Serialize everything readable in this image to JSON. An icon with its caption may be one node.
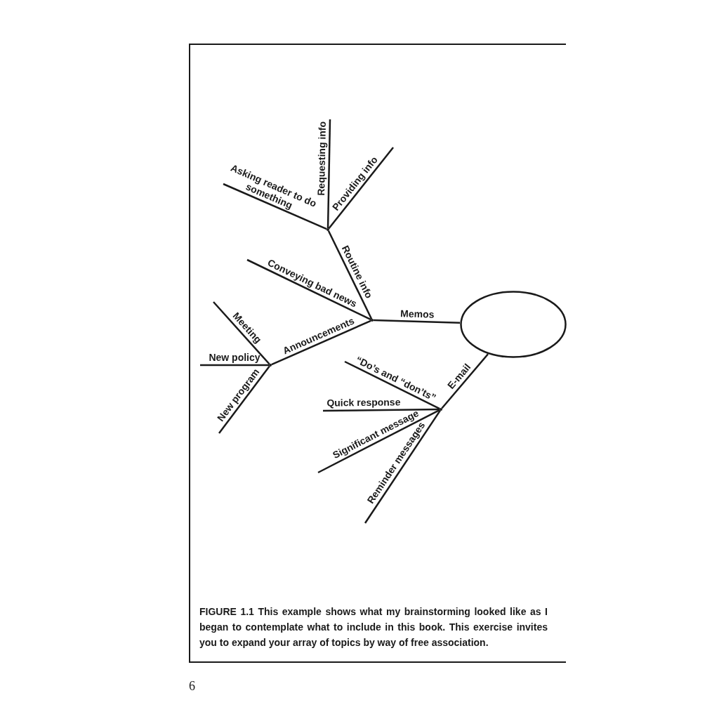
{
  "diagram": {
    "caption": "FIGURE 1.1 This example shows what my brainstorming looked like as I began to contemplate what to include in this book. This exercise invites you to expand your array of topics by way of free association.",
    "nodes": [
      {
        "text": [],
        "shape": "ellipse"
      },
      {
        "text": [],
        "shape": "dot"
      },
      {
        "text": [],
        "shape": "dot"
      },
      {
        "text": [],
        "shape": "dot"
      },
      {
        "text": [],
        "shape": "dot"
      }
    ],
    "edges": [
      {
        "from": 0,
        "to": 1,
        "arrow": "none",
        "label": "Memos"
      },
      {
        "from": 1,
        "to": 2,
        "arrow": "none",
        "label": "Routine info"
      },
      {
        "from": 2,
        "to": null,
        "arrow": "none",
        "label": "Requesting info"
      },
      {
        "from": 2,
        "to": null,
        "arrow": "none",
        "label": "Providing info"
      },
      {
        "from": 2,
        "to": null,
        "arrow": "none",
        "label": "Asking reader to do something"
      },
      {
        "from": 1,
        "to": null,
        "arrow": "none",
        "label": "Conveying bad news"
      },
      {
        "from": 1,
        "to": 3,
        "arrow": "none",
        "label": "Announcements"
      },
      {
        "from": 3,
        "to": null,
        "arrow": "none",
        "label": "Meeting"
      },
      {
        "from": 3,
        "to": null,
        "arrow": "none",
        "label": "New policy"
      },
      {
        "from": 3,
        "to": null,
        "arrow": "none",
        "label": "New program"
      },
      {
        "from": 0,
        "to": 4,
        "arrow": "none",
        "label": "E-mail"
      },
      {
        "from": 4,
        "to": null,
        "arrow": "none",
        "label": "“Do’s and “don’ts”"
      },
      {
        "from": 4,
        "to": null,
        "arrow": "none",
        "label": "Quick response"
      },
      {
        "from": 4,
        "to": null,
        "arrow": "none",
        "label": "Significant message"
      },
      {
        "from": 4,
        "to": null,
        "arrow": "none",
        "label": "Reminder messages"
      }
    ],
    "labels": [
      "6"
    ]
  }
}
